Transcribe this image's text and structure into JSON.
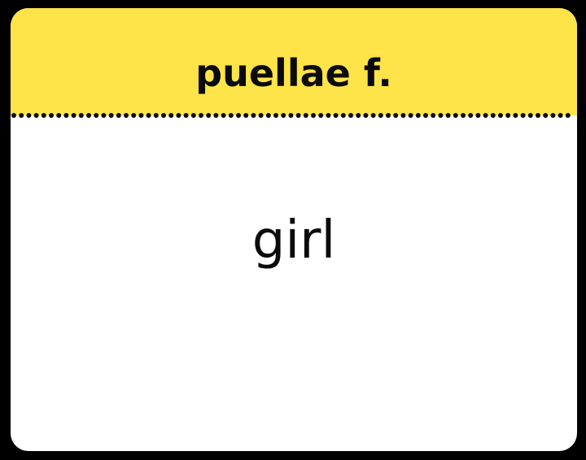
{
  "flashcard": {
    "term": "puellae f.",
    "definition": "girl",
    "header_color": "#fee448",
    "divider_style": "dotted"
  }
}
